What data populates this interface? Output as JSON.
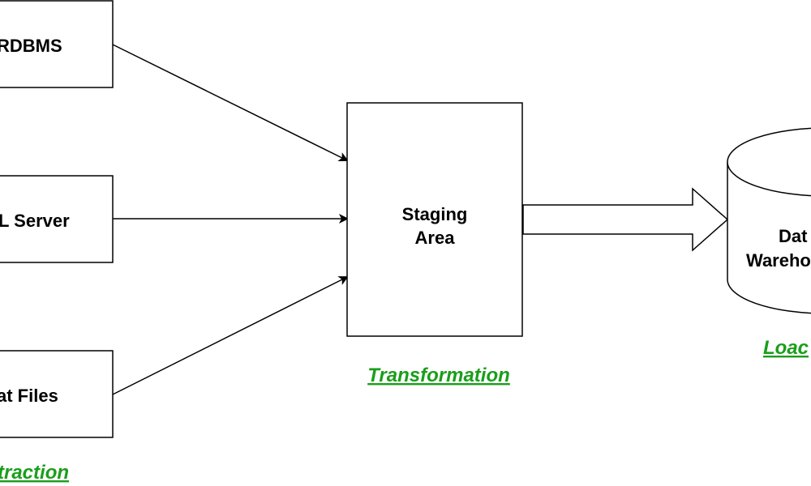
{
  "colors": {
    "stroke": "#000000",
    "fill": "#ffffff",
    "text": "#000000",
    "phase_label": "#1a9e1a"
  },
  "sources": [
    {
      "label": "RDBMS"
    },
    {
      "label": "L Server"
    },
    {
      "label": "at Files"
    }
  ],
  "staging": {
    "line1": "Staging",
    "line2": "Area"
  },
  "warehouse": {
    "line1": "Dat",
    "line2": "Wareho"
  },
  "phases": {
    "extraction": "traction",
    "transformation": "Transformation",
    "load": "Loac"
  }
}
